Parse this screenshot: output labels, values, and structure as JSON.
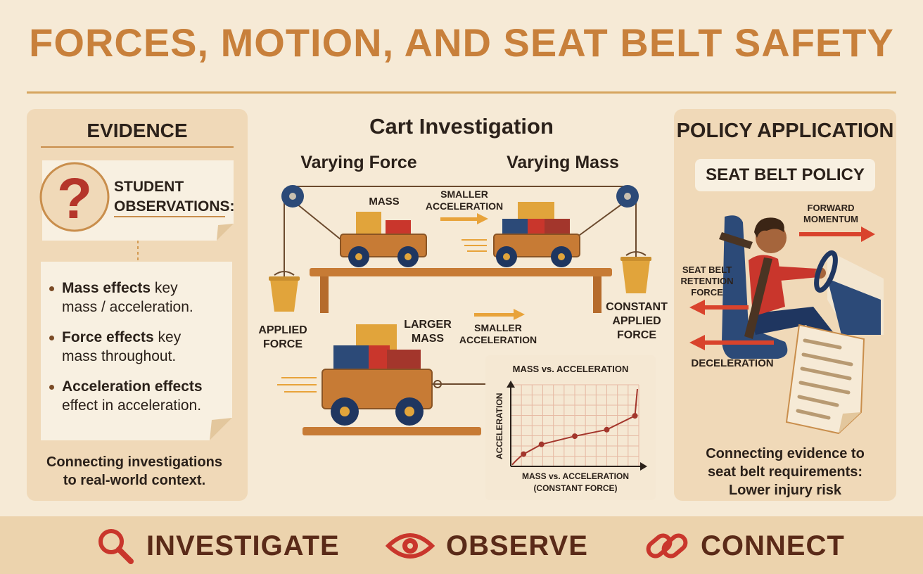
{
  "title": "FORCES, MOTION, AND SEAT BELT SAFETY",
  "evidence": {
    "title": "EVIDENCE",
    "observations_title_1": "STUDENT",
    "observations_title_2": "OBSERVATIONS:",
    "bullets": [
      {
        "bold": "Mass effects",
        "rest_1": " key",
        "rest_2": "mass / acceleration."
      },
      {
        "bold": "Force effects",
        "rest_1": " key",
        "rest_2": "mass throughout."
      },
      {
        "bold": "Acceleration effects",
        "rest_1": "",
        "rest_2": "effect in acceleration."
      }
    ],
    "footer_1": "Connecting investigations",
    "footer_2": "to real-world context."
  },
  "cart": {
    "title": "Cart Investigation",
    "varying_force": "Varying Force",
    "varying_mass": "Varying Mass",
    "mass_label": "MASS",
    "smaller_acc_1": "SMALLER",
    "smaller_acc_2": "ACCELERATION",
    "applied_force_1": "APPLIED",
    "applied_force_2": "FORCE",
    "constant_force_1": "CONSTANT",
    "constant_force_2": "APPLIED",
    "constant_force_3": "FORCE",
    "larger_mass_1": "LARGER",
    "larger_mass_2": "MASS",
    "smaller_acc2_1": "SMALLER",
    "smaller_acc2_2": "ACCELERATION"
  },
  "chart_data": {
    "type": "line",
    "title": "MASS vs. ACCELERATION",
    "xlabel": "MASS vs. ACCELERATION",
    "xlabel_2": "(CONSTANT FORCE)",
    "ylabel": "ACCELERATION",
    "x": [
      0.1,
      0.24,
      0.5,
      0.75,
      0.97
    ],
    "y": [
      0.15,
      0.27,
      0.37,
      0.45,
      0.62
    ],
    "xlim": [
      0,
      1
    ],
    "ylim": [
      0,
      1
    ],
    "grid": true
  },
  "policy": {
    "title": "POLICY APPLICATION",
    "subtitle": "SEAT BELT POLICY",
    "forward_1": "FORWARD",
    "forward_2": "MOMENTUM",
    "retention_1": "SEAT BELT",
    "retention_2": "RETENTION",
    "retention_3": "FORCE",
    "deceleration": "DECELERATION",
    "footer_1": "Connecting evidence to",
    "footer_2": "seat belt requirements:",
    "footer_3": "Lower injury risk"
  },
  "bottom": {
    "investigate": "INVESTIGATE",
    "observe": "OBSERVE",
    "connect": "CONNECT"
  },
  "colors": {
    "accent": "#c8803b",
    "red": "#d9432c",
    "orange_arrow": "#e8a33a"
  }
}
